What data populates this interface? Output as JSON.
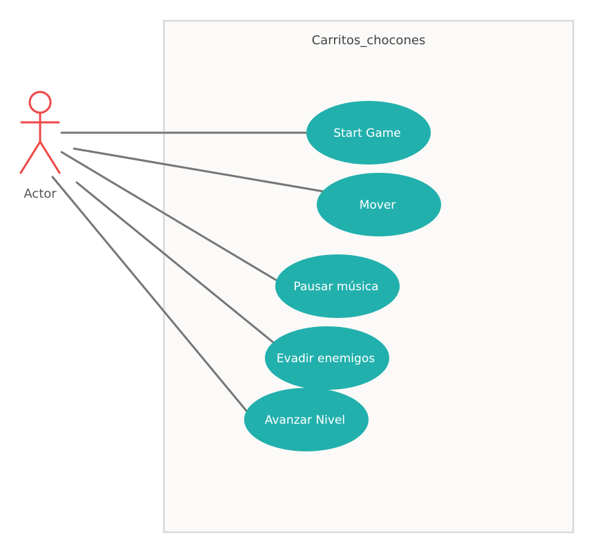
{
  "system": {
    "title": "Carritos_chocones"
  },
  "actor": {
    "label": "Actor"
  },
  "use_cases": [
    {
      "label": "Start Game"
    },
    {
      "label": "Mover"
    },
    {
      "label": "Pausar música"
    },
    {
      "label": "Evadir enemigos"
    },
    {
      "label": "Avanzar Nivel"
    }
  ],
  "colors": {
    "use_case_fill": "#22b0ad",
    "actor_stroke": "#ef4747",
    "association_line": "#777777",
    "system_border": "#d9d9d9",
    "system_fill": "#fbfaf8"
  }
}
